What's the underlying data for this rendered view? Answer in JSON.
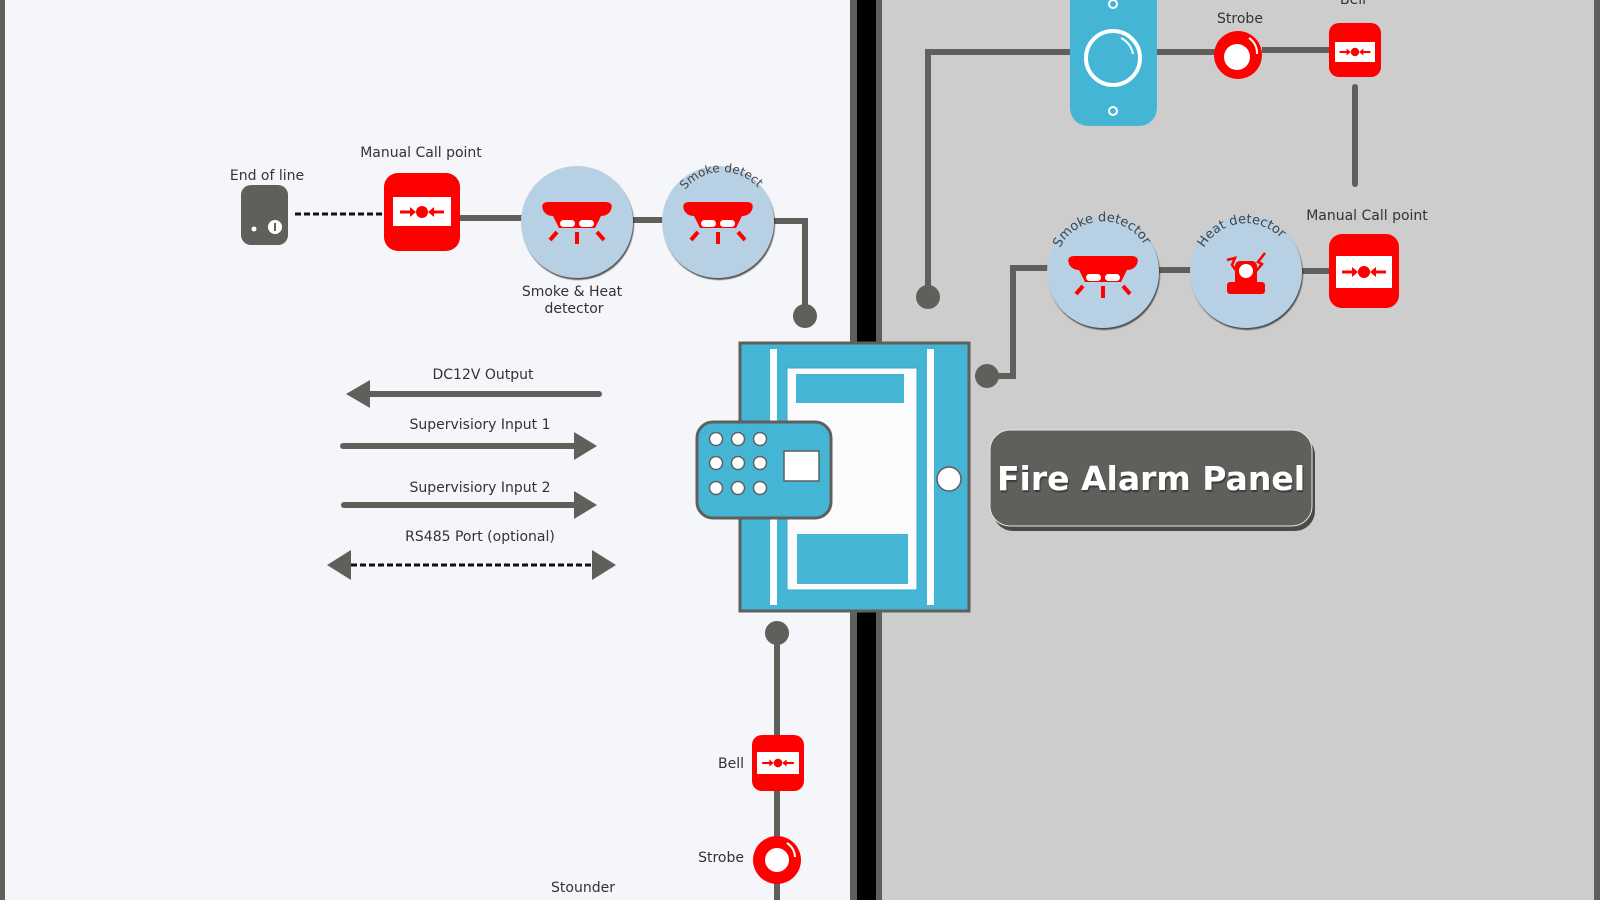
{
  "diagram": {
    "title": "Fire Alarm Panel",
    "colors": {
      "left_background": "#f5f6fa",
      "right_background": "#cdcdcd",
      "device_red": "#ff0000",
      "panel_blue": "#45b5d5",
      "detector_blue": "#b7d0e4",
      "wire_gray": "#5f5f5c",
      "divider_black": "#000000"
    },
    "left_zone": {
      "end_of_line": {
        "label": "End of line",
        "icon": "end-of-line-resistor-icon"
      },
      "manual_call_point": {
        "label": "Manual Call point",
        "icon": "manual-call-point-icon"
      },
      "smoke_heat_detector": {
        "label_line1": "Smoke & Heat",
        "label_line2": "detector",
        "icon": "smoke-detector-icon"
      },
      "smoke_detector": {
        "label": "Smoke detector",
        "icon": "smoke-detector-icon"
      },
      "io_arrows": [
        {
          "label": "DC12V Output",
          "direction": "left",
          "style": "solid"
        },
        {
          "label": "Supervisiory Input 1",
          "direction": "right",
          "style": "solid"
        },
        {
          "label": "Supervisiory Input 2",
          "direction": "right",
          "style": "solid"
        },
        {
          "label": "RS485 Port (optional)",
          "direction": "both",
          "style": "dashed"
        }
      ],
      "bell": {
        "label": "Bell",
        "icon": "bell-icon"
      },
      "strobe": {
        "label": "Strobe",
        "icon": "strobe-icon"
      },
      "stounder": {
        "label": "Stounder"
      }
    },
    "right_zone": {
      "keypad_device": {
        "icon": "sounder-button-icon"
      },
      "strobe": {
        "label": "Strobe",
        "icon": "strobe-icon"
      },
      "bell": {
        "label": "Bell",
        "icon": "bell-icon"
      },
      "smoke_detector": {
        "label": "Smoke detector",
        "icon": "smoke-detector-icon"
      },
      "heat_detector": {
        "label": "Heat detector",
        "icon": "heat-detector-icon"
      },
      "manual_call_point": {
        "label": "Manual Call point",
        "icon": "manual-call-point-icon"
      }
    },
    "panel": {
      "icon": "fire-alarm-panel-icon",
      "keypad_buttons": 9
    }
  }
}
